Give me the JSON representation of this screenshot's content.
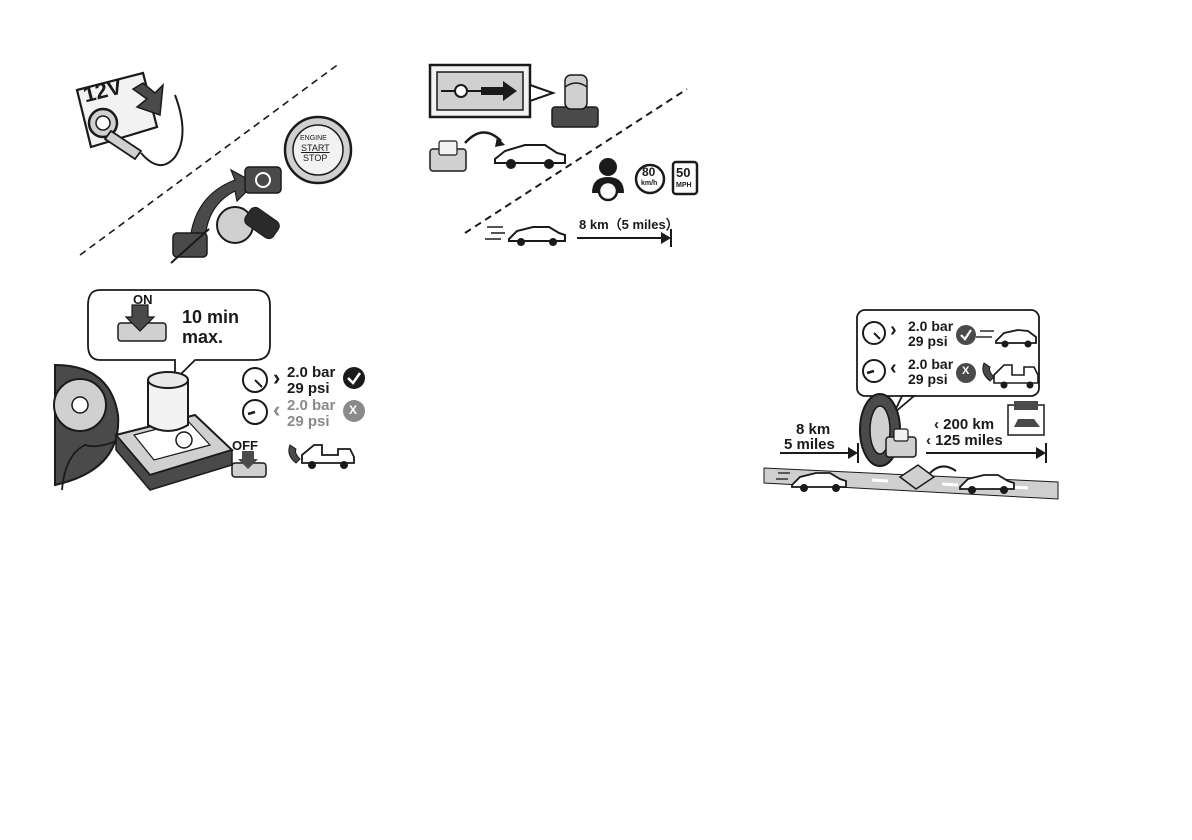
{
  "colors": {
    "ink": "#1a1a1a",
    "fill_gray": "#d0d0d0",
    "dark_gray": "#4a4a4a",
    "light_gray": "#e8e8e8",
    "muted_text": "#8a8a8a",
    "road": "#cfcfcf"
  },
  "panel1": {
    "socket_label": "12V",
    "button_line1": "ENGINE",
    "button_line2": "START",
    "button_line3": "STOP"
  },
  "panel2": {
    "speed_kmh": "80",
    "speed_kmh_unit": "km/h",
    "speed_mph": "50",
    "speed_mph_unit": "MPH",
    "distance": "8 km（5 miles）"
  },
  "panel3": {
    "switch_on": "ON",
    "time_line1": "10 min",
    "time_line2": "max.",
    "pressure_ok_bar": "2.0 bar",
    "pressure_ok_psi": "29 psi",
    "pressure_low_bar": "2.0 bar",
    "pressure_low_psi": "29 psi",
    "switch_off": "OFF",
    "gt_symbol": "›",
    "lt_symbol": "‹",
    "x_symbol": "X"
  },
  "panel4": {
    "pressure_ok_bar": "2.0 bar",
    "pressure_ok_psi": "29 psi",
    "pressure_low_bar": "2.0 bar",
    "pressure_low_psi": "29 psi",
    "dist_left_line1": "8 km",
    "dist_left_line2": "5 miles",
    "dist_right_line1": "‹ 200 km",
    "dist_right_line2": "‹ 125 miles",
    "gt_symbol": "›",
    "lt_symbol": "‹",
    "x_symbol": "X"
  },
  "icons": [
    "power-socket-icon",
    "plug-icon",
    "start-stop-button-icon",
    "engine-warning-icon",
    "key-icon",
    "sealant-bottle-icon",
    "valve-slider-icon",
    "car-icon",
    "driver-icon",
    "speed-limit-icon",
    "tyre-icon",
    "compressor-icon",
    "gauge-icon",
    "check-icon",
    "x-icon",
    "tow-truck-icon",
    "phone-icon",
    "workshop-icon",
    "road-icon"
  ]
}
